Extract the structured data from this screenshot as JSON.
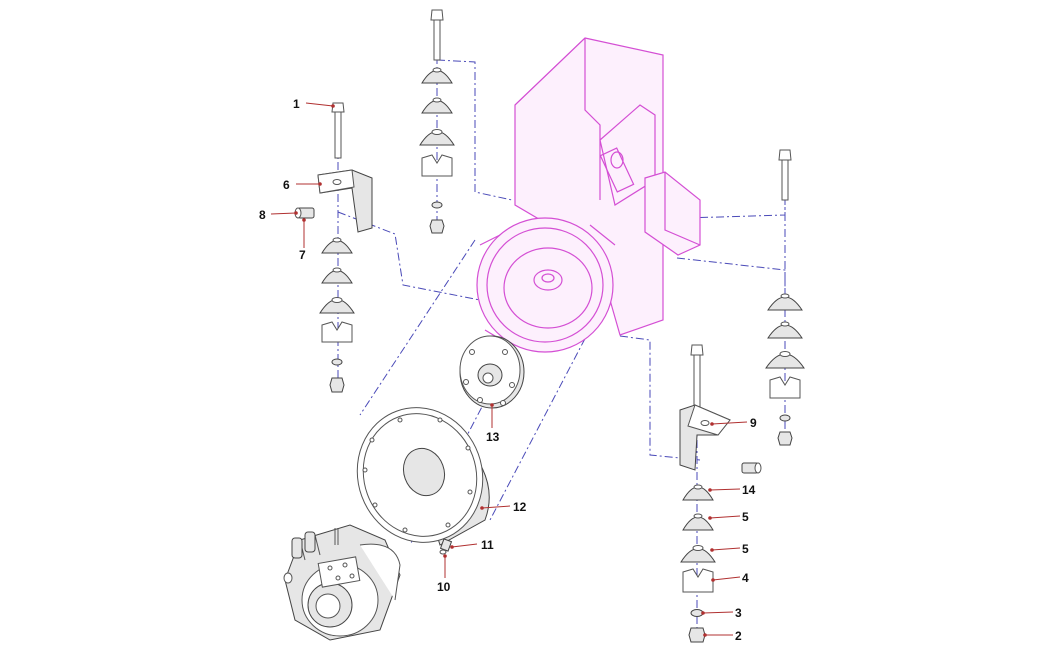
{
  "colors": {
    "engine_outline": "#d44fd4",
    "centerline": "#4a4ab8",
    "leader": "#b03030",
    "part_outline": "#555555"
  },
  "callouts": {
    "c1": "1",
    "c2": "2",
    "c3": "3",
    "c4": "4",
    "c5a": "5",
    "c5b": "5",
    "c6": "6",
    "c7": "7",
    "c8": "8",
    "c9": "9",
    "c10": "10",
    "c11": "11",
    "c12": "12",
    "c13": "13",
    "c14": "14"
  }
}
